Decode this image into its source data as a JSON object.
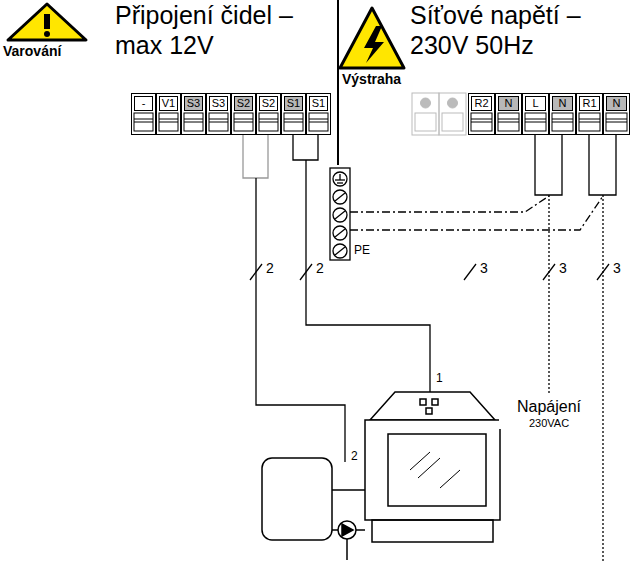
{
  "diagram": {
    "nodes": [
      {
        "text": [
          "-"
        ]
      },
      {
        "text": [
          "V1"
        ]
      },
      {
        "text": [
          "S3"
        ]
      },
      {
        "text": [
          "S3"
        ]
      },
      {
        "text": [
          "S2"
        ]
      },
      {
        "text": [
          "S2"
        ]
      },
      {
        "text": [
          "S1"
        ]
      },
      {
        "text": [
          "S1"
        ]
      },
      {
        "text": [
          "R2"
        ]
      },
      {
        "text": [
          "N"
        ]
      },
      {
        "text": [
          "L"
        ]
      },
      {
        "text": [
          "N"
        ]
      },
      {
        "text": [
          "R1"
        ]
      },
      {
        "text": [
          "N"
        ]
      }
    ],
    "labels": [
      "Varování",
      "Připojení čidel – max 12V",
      "Výstraha",
      "Síťové napětí – 230V 50Hz",
      "PE",
      "2",
      "2",
      "3",
      "3",
      "3",
      "Napájení",
      "230VAC",
      "1",
      "2"
    ]
  }
}
